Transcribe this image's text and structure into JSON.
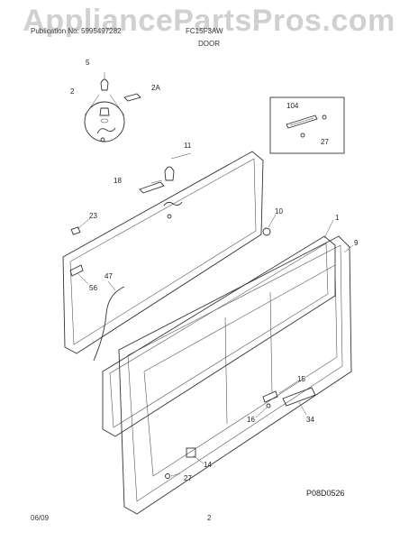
{
  "watermark": "AppliancePartsPros.com",
  "header": {
    "left": "Publication No: 5995497282",
    "right": "FC15F3AW",
    "section": "DOOR"
  },
  "diagram_code": "P08D0526",
  "footer": {
    "date": "06/09",
    "page": "2"
  },
  "callouts": [
    {
      "id": "c5",
      "text": "5"
    },
    {
      "id": "c2",
      "text": "2"
    },
    {
      "id": "c2a",
      "text": "2A"
    },
    {
      "id": "c104",
      "text": "104"
    },
    {
      "id": "c27a",
      "text": "27"
    },
    {
      "id": "c11",
      "text": "11"
    },
    {
      "id": "c18",
      "text": "18"
    },
    {
      "id": "c10",
      "text": "10"
    },
    {
      "id": "c1",
      "text": "1"
    },
    {
      "id": "c23",
      "text": "23"
    },
    {
      "id": "c9",
      "text": "9"
    },
    {
      "id": "c47",
      "text": "47"
    },
    {
      "id": "c56",
      "text": "56"
    },
    {
      "id": "c15",
      "text": "15"
    },
    {
      "id": "c16",
      "text": "16"
    },
    {
      "id": "c34",
      "text": "34"
    },
    {
      "id": "c14",
      "text": "14"
    },
    {
      "id": "c27b",
      "text": "27"
    }
  ]
}
